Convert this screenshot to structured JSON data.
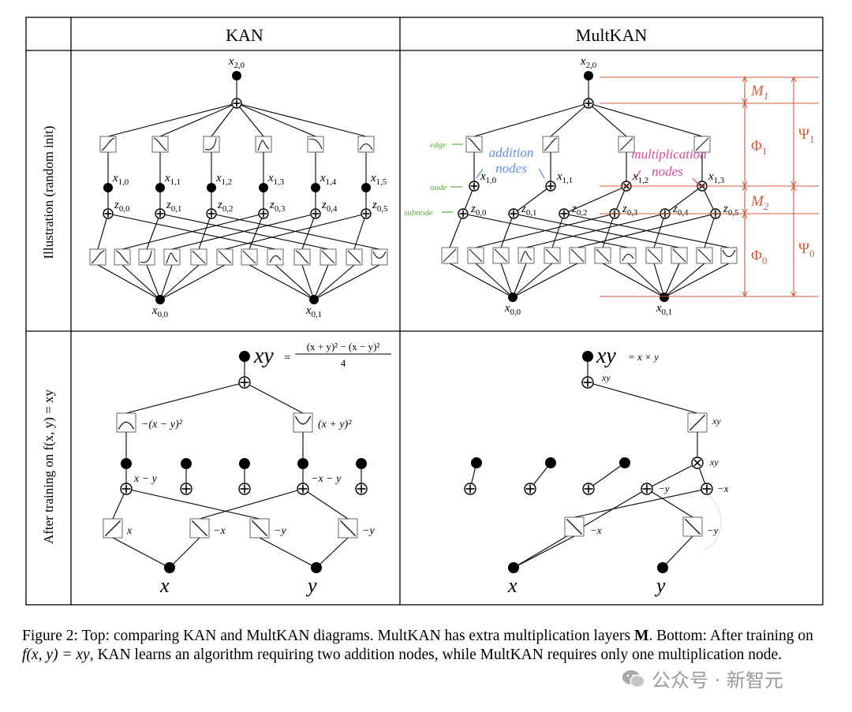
{
  "header": {
    "left_title": "KAN",
    "right_title": "MultKAN"
  },
  "row_labels": {
    "top": "Illustration (random init)",
    "bottom": "After training on f(x, y) = xy"
  },
  "kan_top": {
    "output_node": "x2,0",
    "hidden_nodes": [
      "x1,0",
      "x1,1",
      "x1,2",
      "x1,3",
      "x1,4",
      "x1,5"
    ],
    "subnodes": [
      "z0,0",
      "z0,1",
      "z0,2",
      "z0,3",
      "z0,4",
      "z0,5"
    ],
    "input_nodes": [
      "x0,0",
      "x0,1"
    ]
  },
  "mult_top": {
    "output_node": "x2,0",
    "hidden_nodes": [
      "x1,0",
      "x1,1",
      "x1,2",
      "x1,3"
    ],
    "subnodes": [
      "z0,0",
      "z0,1",
      "z0,2",
      "z0,3",
      "z0,4",
      "z0,5"
    ],
    "input_nodes": [
      "x0,0",
      "x0,1"
    ],
    "annotations": {
      "edge": "edge",
      "node": "node",
      "subnode": "subnode",
      "addition": "addition nodes",
      "multiplication": "multiplication nodes"
    },
    "brackets": [
      "M1",
      "Φ1",
      "M2",
      "Φ0",
      "Ψ1",
      "Ψ0"
    ],
    "colors": {
      "edge_label": "#5aab3a",
      "addition": "#5b8fe0",
      "multiplication": "#d64a9c",
      "bracket": "#d35a3a"
    }
  },
  "kan_bottom": {
    "output_label": "xy",
    "formula_numerator": "(x + y)² − (x − y)²",
    "formula_denominator": "4",
    "hidden_labels": [
      "−(x − y)²",
      "(x + y)²"
    ],
    "subnode_labels": [
      "x − y",
      "−x − y"
    ],
    "edge_labels": [
      "x",
      "−x",
      "−y",
      "−y"
    ],
    "input_labels": [
      "x",
      "y"
    ]
  },
  "mult_bottom": {
    "output_label": "xy",
    "formula": "= x × y",
    "labels": [
      "xy",
      "xy",
      "xy",
      "−y",
      "−x",
      "−x",
      "−y"
    ],
    "input_labels": [
      "x",
      "y"
    ]
  },
  "caption": {
    "part1": "Figure 2: Top: comparing KAN and MultKAN diagrams. MultKAN has extra multiplication layers ",
    "bold_M": "M",
    "part2": ". Bottom: After training on ",
    "math": "f(x, y) = xy",
    "part3": ", KAN learns an algorithm requiring two addition nodes, while MultKAN requires only one multiplication node."
  },
  "watermark": "公众号 · 新智元"
}
